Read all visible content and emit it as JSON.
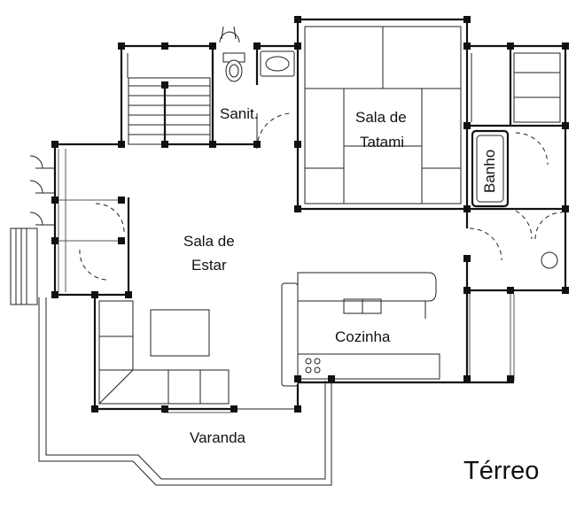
{
  "sheet_title": "Térreo",
  "rooms": {
    "sanitario": "Sanit.",
    "tatami_line1": "Sala de",
    "tatami_line2": "Tatami",
    "banho": "Banho",
    "estar_line1": "Sala de",
    "estar_line2": "Estar",
    "cozinha": "Cozinha",
    "varanda": "Varanda"
  }
}
